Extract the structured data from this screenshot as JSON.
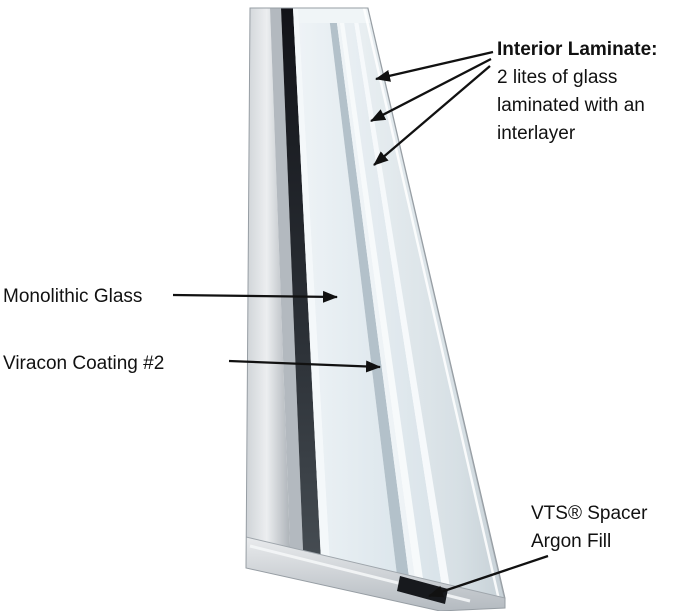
{
  "colors": {
    "arrow": "#111111",
    "label_text": "#111111",
    "spacer_black": "#17191d",
    "glass_tint": "#e8eef2",
    "edge_silver": "#c4c9ce"
  },
  "labels": {
    "interior_laminate": {
      "heading": "Interior Laminate:",
      "lines": [
        "2 lites of glass",
        "laminated with an",
        "interlayer"
      ]
    },
    "monolithic_glass": "Monolithic Glass",
    "viracon_coating": "Viracon Coating #2",
    "spacer": {
      "lines": [
        "VTS® Spacer",
        "Argon Fill"
      ]
    }
  }
}
